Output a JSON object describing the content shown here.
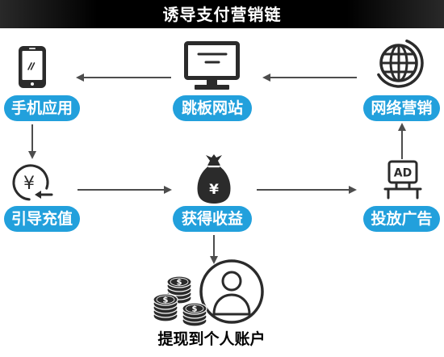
{
  "title": "诱导支付营销链",
  "colors": {
    "title_bg": "#000000",
    "title_text": "#ffffff",
    "pill_bg": "#22a0dc",
    "pill_text": "#ffffff",
    "icon": "#2b2b2b",
    "arrow": "#4d4d4d",
    "label_text": "#000000"
  },
  "nodes": {
    "mobile_app": {
      "label": "手机应用",
      "icon": "smartphone-icon"
    },
    "jump_site": {
      "label": "跳板网站",
      "icon": "monitor-icon"
    },
    "online_marketing": {
      "label": "网络营销",
      "icon": "globe-icon"
    },
    "induce_recharge": {
      "label": "引导充值",
      "icon": "yen-refresh-icon",
      "symbol": "¥"
    },
    "gain_profit": {
      "label": "获得收益",
      "icon": "money-bag-icon",
      "symbol": "¥"
    },
    "place_ads": {
      "label": "投放广告",
      "icon": "billboard-ad-icon",
      "badge": "AD"
    },
    "withdraw": {
      "label": "提现到个人账户",
      "icon": "coins-and-person-icon",
      "coin_symbol": "$"
    }
  }
}
